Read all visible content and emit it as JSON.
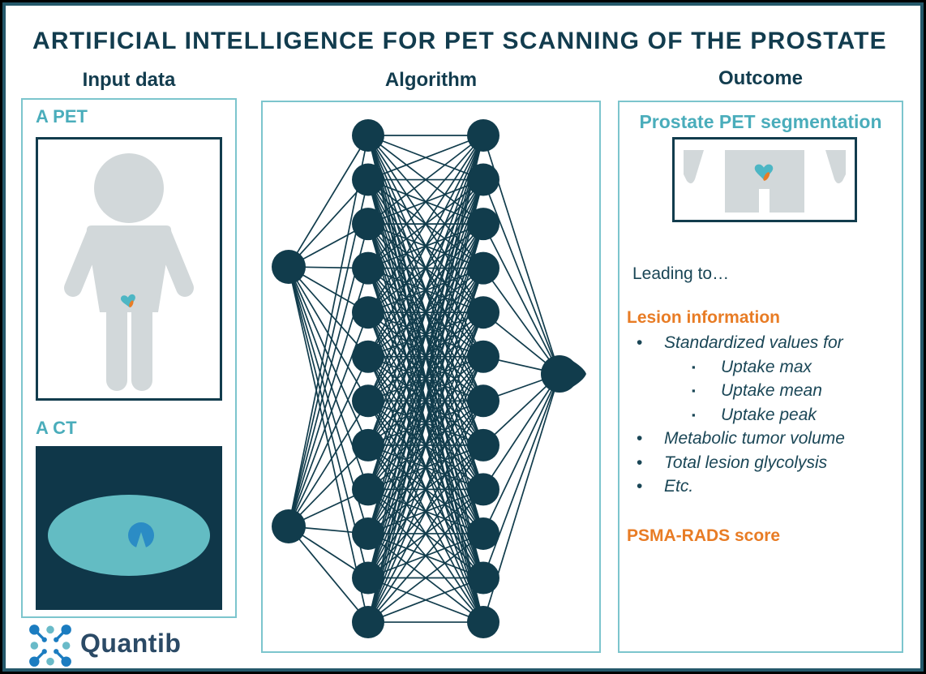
{
  "title": "ARTIFICIAL INTELLIGENCE FOR PET SCANNING OF THE PROSTATE",
  "columns": {
    "input": "Input data",
    "algorithm": "Algorithm",
    "outcome": "Outcome"
  },
  "input_panel": {
    "pet_label": "A PET",
    "ct_label": "A CT"
  },
  "algorithm": {
    "type": "neural-network",
    "layers": [
      2,
      12,
      12,
      1
    ]
  },
  "outcome_panel": {
    "segmentation_label": "Prostate PET segmentation",
    "leading_to": "Leading to…",
    "lesion_title": "Lesion information",
    "bullets": [
      {
        "level": 1,
        "text": "Standardized values for"
      },
      {
        "level": 2,
        "text": "Uptake max"
      },
      {
        "level": 2,
        "text": "Uptake mean"
      },
      {
        "level": 2,
        "text": "Uptake peak"
      },
      {
        "level": 1,
        "text": "Metabolic tumor volume"
      },
      {
        "level": 1,
        "text": "Total lesion glycolysis"
      },
      {
        "level": 1,
        "text": "Etc."
      }
    ],
    "bullet_markers": {
      "level1": "•",
      "level2": "▪"
    },
    "psma_score": "PSMA-RADS score"
  },
  "logo": {
    "text": "Quantib"
  },
  "colors": {
    "navy": "#113c4c",
    "teal_label": "#4aadbb",
    "teal_border": "#7cc5cd",
    "orange": "#e87c25",
    "figure_gray": "#d2d8da",
    "ct_background": "#0f3749",
    "ct_ellipse": "#63bcc3",
    "ct_blob": "#2b8cc5",
    "logo_blue": "#1b7cc0",
    "logo_teal": "#69bac8"
  }
}
